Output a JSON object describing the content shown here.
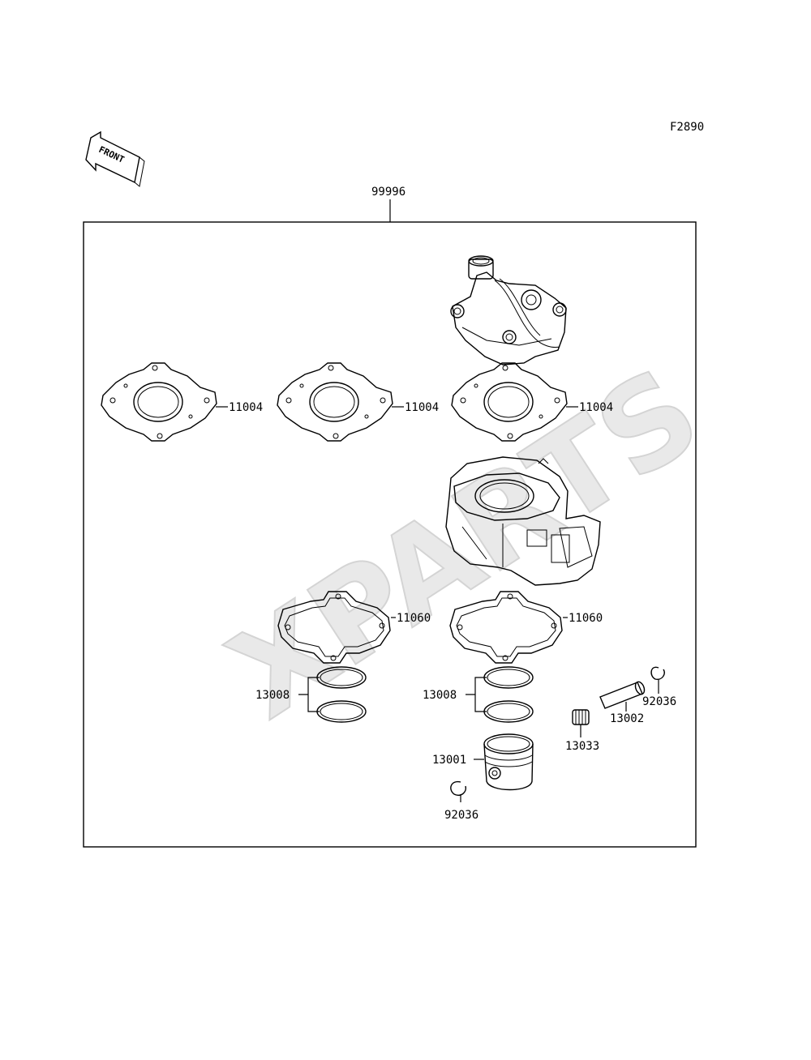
{
  "figure_code": "F2890",
  "front_label": "FRONT",
  "watermark": "XPARTS",
  "callouts": {
    "kit": "99996",
    "head_gasket_1": "11004",
    "head_gasket_2": "11004",
    "head_gasket_3": "11004",
    "base_gasket_1": "11060",
    "base_gasket_2": "11060",
    "rings_1": "13008",
    "rings_2": "13008",
    "piston": "13001",
    "piston_pin": "13002",
    "needle_bearing": "13033",
    "circlip_1": "92036",
    "circlip_2": "92036"
  }
}
